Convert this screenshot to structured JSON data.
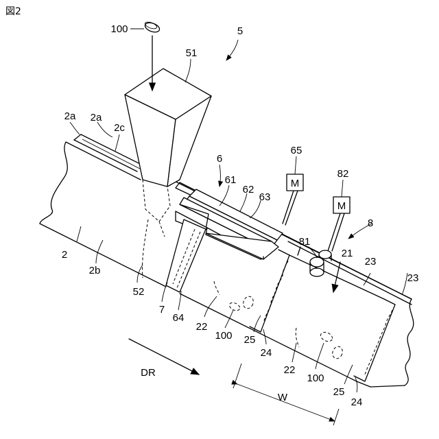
{
  "figure": {
    "title": "図2"
  },
  "labels": {
    "l100_top": "100",
    "l5": "5",
    "l51": "51",
    "l2a_1": "2a",
    "l2a_2": "2a",
    "l2c": "2c",
    "l6": "6",
    "l65": "65",
    "l82": "82",
    "l61": "61",
    "l62": "62",
    "l63": "63",
    "l8": "8",
    "l81": "81",
    "l21": "21",
    "l23_1": "23",
    "l23_2": "23",
    "l2": "2",
    "l2b": "2b",
    "l52": "52",
    "l7": "7",
    "l64": "64",
    "l22_1": "22",
    "l100_1": "100",
    "l25_1": "25",
    "l24_1": "24",
    "l22_2": "22",
    "l100_2": "100",
    "l25_2": "25",
    "l24_2": "24",
    "lW": "W",
    "lDR": "DR",
    "motor1": "M",
    "motor2": "M"
  }
}
